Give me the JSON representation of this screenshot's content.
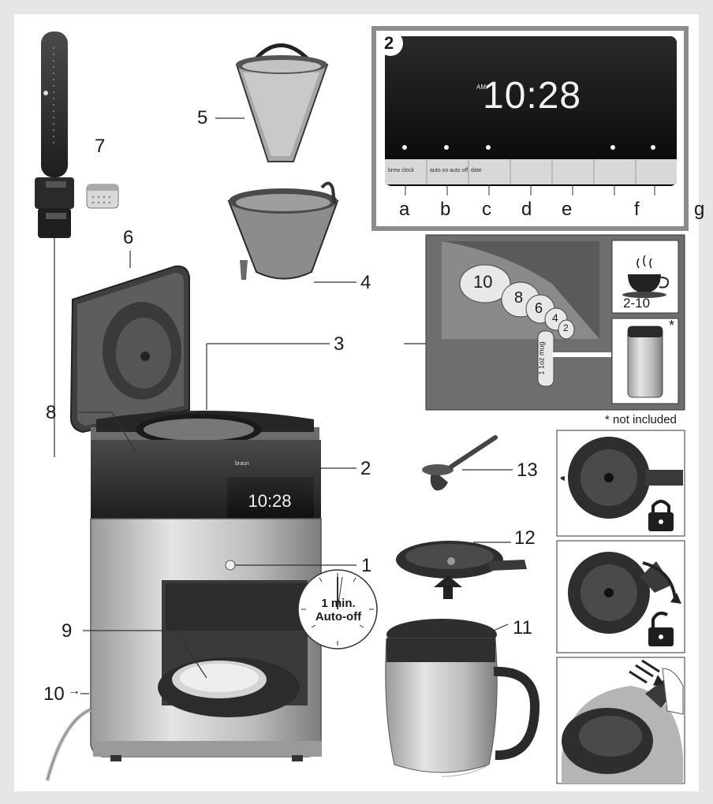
{
  "callouts": {
    "n1": "1",
    "n2": "2",
    "n3": "3",
    "n4": "4",
    "n5": "5",
    "n6": "6",
    "n7": "7",
    "n8": "8",
    "n9": "9",
    "n10": "10",
    "n11": "11",
    "n12": "12",
    "n13": "13"
  },
  "display": {
    "badge": "2",
    "ampm": "AM",
    "time": "10:28",
    "buttons": [
      "brew clock",
      "auto on",
      "auto off",
      "date",
      "",
      "",
      ""
    ],
    "letters": [
      "a",
      "b",
      "c",
      "d",
      "e",
      "f",
      "g"
    ]
  },
  "machine_display": {
    "time": "10:28",
    "brand": "braun"
  },
  "cup_selector": {
    "cups": [
      "10",
      "8",
      "6",
      "4",
      "2"
    ],
    "mug": "1 1oz mug",
    "range": "2-10",
    "asterisk": "*",
    "footnote": "* not included"
  },
  "timer": {
    "line1": "1 min.",
    "line2": "Auto-off"
  },
  "colors": {
    "dark": "#2b2b2b",
    "mid": "#6d6d6d",
    "light": "#c8c8c8",
    "display_frame": "#8c8c8c"
  }
}
